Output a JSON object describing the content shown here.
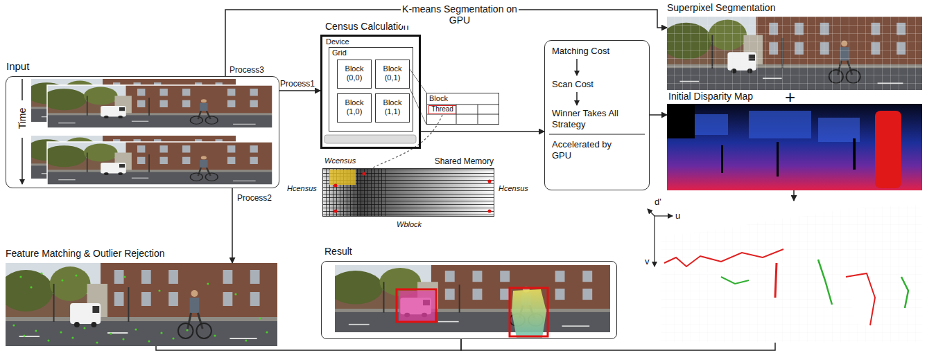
{
  "diagram": {
    "nodes": [
      {
        "text": [
          "Input"
        ]
      },
      {
        "text": [
          "Census Calculation",
          "Device"
        ]
      },
      {
        "text": [
          "Grid"
        ],
        "in": 1
      },
      {
        "text": [
          "Block (0,0)"
        ],
        "in": 2
      },
      {
        "text": [
          "Block (0,1)"
        ],
        "in": 2
      },
      {
        "text": [
          "Block (1,0)"
        ],
        "in": 2
      },
      {
        "text": [
          "Block (1,1)"
        ],
        "in": 2
      },
      {
        "text": [
          "Block"
        ]
      },
      {
        "text": [
          "Thread"
        ],
        "in": 7
      },
      {
        "text": [
          "Shared Memory"
        ]
      },
      {
        "text": [
          "Matching Cost",
          "Scan Cost",
          "Winner Takes All Strategy",
          "Accelerated by GPU"
        ]
      },
      {
        "text": [
          "Superpixel Segmentation"
        ]
      },
      {
        "text": [
          "Initial Disparity Map"
        ]
      },
      {
        "text": [
          "d'",
          "u",
          "v"
        ]
      },
      {
        "text": [
          "Feature Matching & Outlier Rejection"
        ]
      },
      {
        "text": [
          "Result"
        ]
      }
    ],
    "edges": [
      {
        "from": 0,
        "to": 1,
        "label": "Process1",
        "arrow": "to"
      },
      {
        "from": 0,
        "to": 11,
        "label": "K-means Segmentation on GPU",
        "arrow": "to"
      },
      {
        "from": 0,
        "to": 14,
        "label": "Process2",
        "arrow": "to"
      },
      {
        "from": 1,
        "to": 10,
        "arrow": "to"
      },
      {
        "from": 10,
        "to": 12,
        "arrow": "to"
      },
      {
        "from": 12,
        "to": 13,
        "arrow": "to"
      },
      {
        "from": 14,
        "to": 15,
        "arrow": "none"
      },
      {
        "from": 13,
        "to": 15,
        "arrow": "none"
      }
    ],
    "labels": [
      "Time",
      "Process3",
      "Wcensus",
      "Hcensus",
      "Wblock",
      "Hcensus",
      "+"
    ]
  }
}
